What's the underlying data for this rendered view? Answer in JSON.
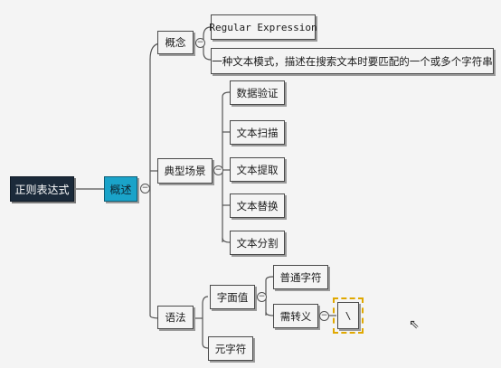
{
  "root": "正则表达式",
  "main": "概述",
  "concept": {
    "label": "概念",
    "items": [
      "Regular Expression",
      "一种文本模式，描述在搜索文本时要匹配的一个或多个字符串"
    ]
  },
  "scenarios": {
    "label": "典型场景",
    "items": [
      "数据验证",
      "文本扫描",
      "文本提取",
      "文本替换",
      "文本分割"
    ]
  },
  "syntax": {
    "label": "语法",
    "literal": {
      "label": "字面值",
      "children": [
        "普通字符",
        "需转义"
      ],
      "escape_example": "\\"
    },
    "meta": "元字符"
  },
  "collapse_symbol": "−",
  "colors": {
    "root": "#1b2a3a",
    "main": "#1aa3c9",
    "selected_outline": "#e0a800",
    "line": "#555555"
  }
}
